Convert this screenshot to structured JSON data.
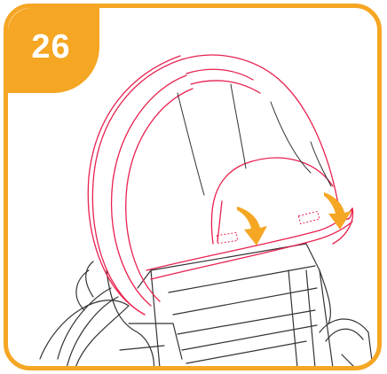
{
  "step": {
    "number": "26",
    "accent_color": "#f5a623"
  },
  "illustration": {
    "subject": "stroller-canopy-attachment",
    "outline_color": "#333333",
    "highlight_color": "#e8214f",
    "arrow_color": "#f5a623",
    "arrows": 2
  }
}
